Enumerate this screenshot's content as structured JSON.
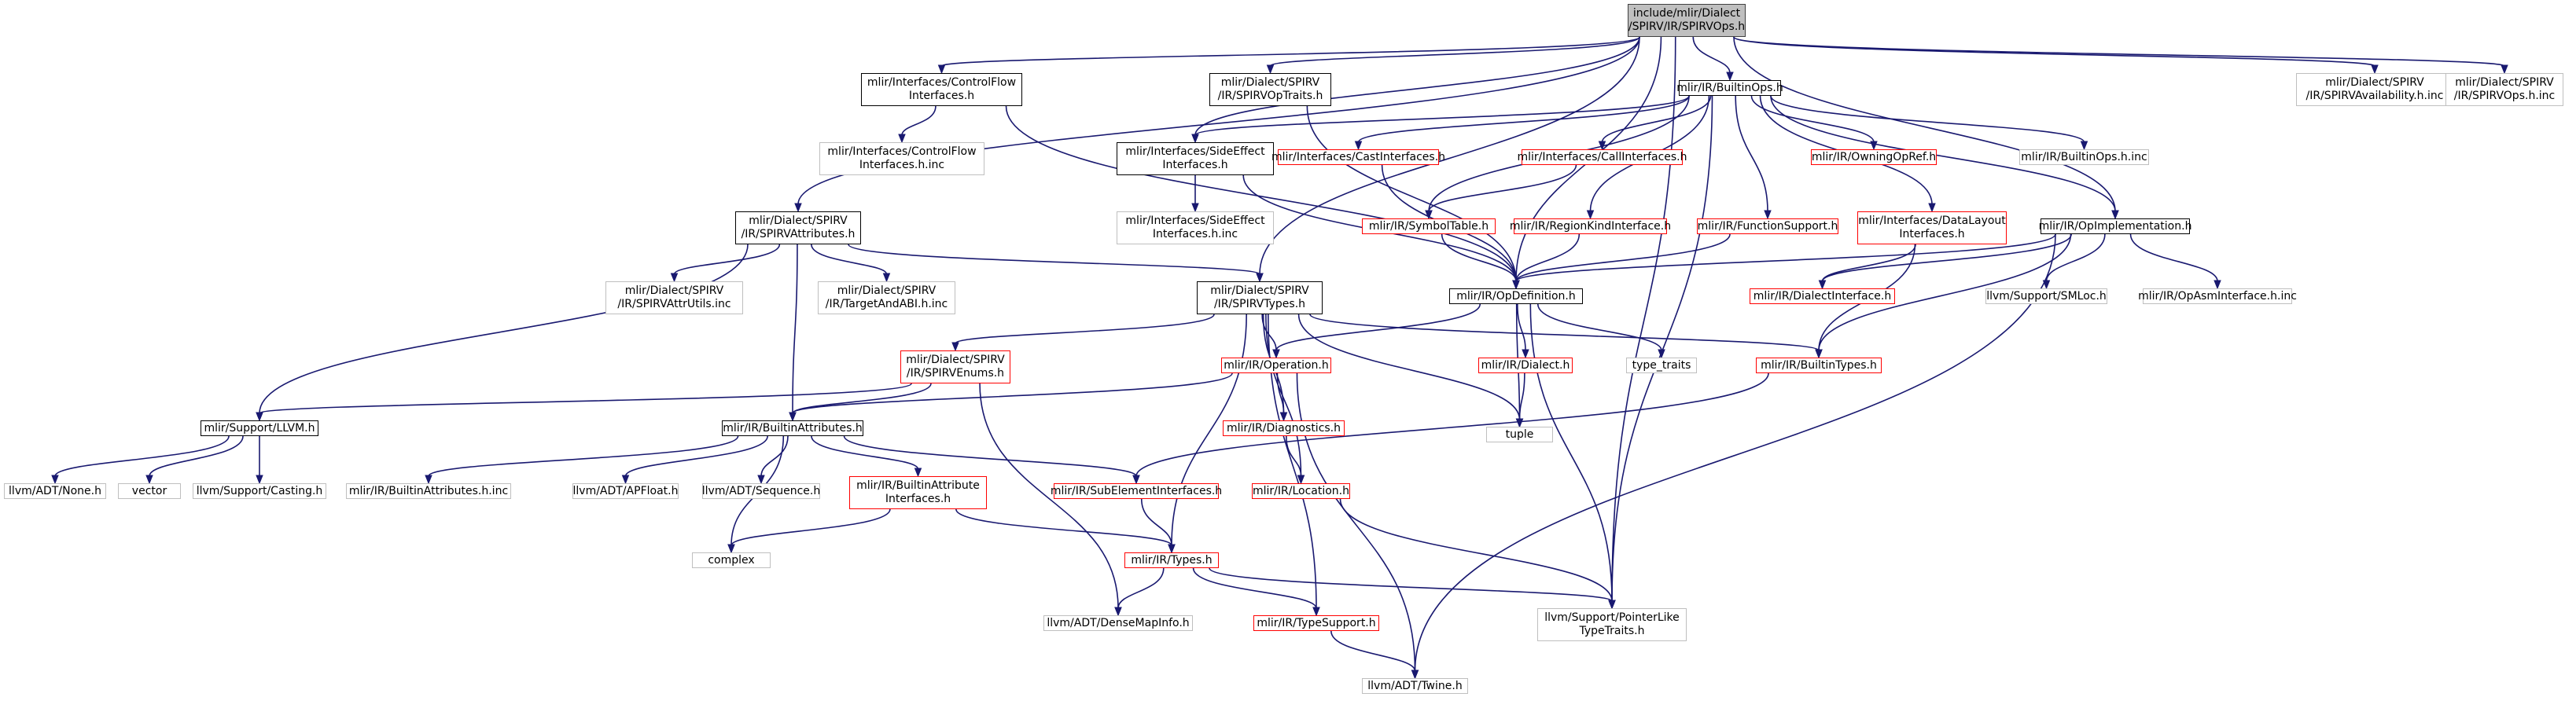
{
  "nodes": [
    {
      "id": "root",
      "lines": [
        "include/mlir/Dialect",
        "/SPIRV/IR/SPIRVOps.h"
      ],
      "style": "root"
    },
    {
      "id": "cf",
      "lines": [
        "mlir/Interfaces/ControlFlow",
        "Interfaces.h"
      ],
      "style": "black"
    },
    {
      "id": "optraits",
      "lines": [
        "mlir/Dialect/SPIRV",
        "/IR/SPIRVOpTraits.h"
      ],
      "style": "black"
    },
    {
      "id": "builtinops",
      "lines": [
        "mlir/IR/BuiltinOps.h"
      ],
      "style": "black"
    },
    {
      "id": "avail",
      "lines": [
        "mlir/Dialect/SPIRV",
        "/IR/SPIRVAvailability.h.inc"
      ],
      "style": "gray"
    },
    {
      "id": "opsinc",
      "lines": [
        "mlir/Dialect/SPIRV",
        "/IR/SPIRVOps.h.inc"
      ],
      "style": "gray"
    },
    {
      "id": "cfinc",
      "lines": [
        "mlir/Interfaces/ControlFlow",
        "Interfaces.h.inc"
      ],
      "style": "gray"
    },
    {
      "id": "sideeffect",
      "lines": [
        "mlir/Interfaces/SideEffect",
        "Interfaces.h"
      ],
      "style": "black"
    },
    {
      "id": "cast",
      "lines": [
        "mlir/Interfaces/CastInterfaces.h"
      ],
      "style": "red"
    },
    {
      "id": "call",
      "lines": [
        "mlir/Interfaces/CallInterfaces.h"
      ],
      "style": "red"
    },
    {
      "id": "owning",
      "lines": [
        "mlir/IR/OwningOpRef.h"
      ],
      "style": "red"
    },
    {
      "id": "builtinopsinc",
      "lines": [
        "mlir/IR/BuiltinOps.h.inc"
      ],
      "style": "gray"
    },
    {
      "id": "seinc",
      "lines": [
        "mlir/Interfaces/SideEffect",
        "Interfaces.h.inc"
      ],
      "style": "gray"
    },
    {
      "id": "symtab",
      "lines": [
        "mlir/IR/SymbolTable.h"
      ],
      "style": "red"
    },
    {
      "id": "regionkind",
      "lines": [
        "mlir/IR/RegionKindInterface.h"
      ],
      "style": "red"
    },
    {
      "id": "funcsupport",
      "lines": [
        "mlir/IR/FunctionSupport.h"
      ],
      "style": "red"
    },
    {
      "id": "datalayout",
      "lines": [
        "mlir/Interfaces/DataLayout",
        "Interfaces.h"
      ],
      "style": "red"
    },
    {
      "id": "opimpl",
      "lines": [
        "mlir/IR/OpImplementation.h"
      ],
      "style": "black"
    },
    {
      "id": "attrs",
      "lines": [
        "mlir/Dialect/SPIRV",
        "/IR/SPIRVAttributes.h"
      ],
      "style": "black"
    },
    {
      "id": "attrutils",
      "lines": [
        "mlir/Dialect/SPIRV",
        "/IR/SPIRVAttrUtils.inc"
      ],
      "style": "gray"
    },
    {
      "id": "target",
      "lines": [
        "mlir/Dialect/SPIRV",
        "/IR/TargetAndABI.h.inc"
      ],
      "style": "gray"
    },
    {
      "id": "types",
      "lines": [
        "mlir/Dialect/SPIRV",
        "/IR/SPIRVTypes.h"
      ],
      "style": "black"
    },
    {
      "id": "opdef",
      "lines": [
        "mlir/IR/OpDefinition.h"
      ],
      "style": "black"
    },
    {
      "id": "dialectiface",
      "lines": [
        "mlir/IR/DialectInterface.h"
      ],
      "style": "red"
    },
    {
      "id": "smloc",
      "lines": [
        "llvm/Support/SMLoc.h"
      ],
      "style": "gray"
    },
    {
      "id": "asminc",
      "lines": [
        "mlir/IR/OpAsmInterface.h.inc"
      ],
      "style": "gray"
    },
    {
      "id": "enums",
      "lines": [
        "mlir/Dialect/SPIRV",
        "/IR/SPIRVEnums.h"
      ],
      "style": "red"
    },
    {
      "id": "operation",
      "lines": [
        "mlir/IR/Operation.h"
      ],
      "style": "red"
    },
    {
      "id": "dialect",
      "lines": [
        "mlir/IR/Dialect.h"
      ],
      "style": "red"
    },
    {
      "id": "typetraits",
      "lines": [
        "type_traits"
      ],
      "style": "gray"
    },
    {
      "id": "builtintypes",
      "lines": [
        "mlir/IR/BuiltinTypes.h"
      ],
      "style": "red"
    },
    {
      "id": "llvmh",
      "lines": [
        "mlir/Support/LLVM.h"
      ],
      "style": "black"
    },
    {
      "id": "builtinattrs",
      "lines": [
        "mlir/IR/BuiltinAttributes.h"
      ],
      "style": "black"
    },
    {
      "id": "diagnostics",
      "lines": [
        "mlir/IR/Diagnostics.h"
      ],
      "style": "red"
    },
    {
      "id": "tuple",
      "lines": [
        "tuple"
      ],
      "style": "gray"
    },
    {
      "id": "none",
      "lines": [
        "llvm/ADT/None.h"
      ],
      "style": "gray"
    },
    {
      "id": "vector",
      "lines": [
        "vector"
      ],
      "style": "gray"
    },
    {
      "id": "casting",
      "lines": [
        "llvm/Support/Casting.h"
      ],
      "style": "gray"
    },
    {
      "id": "attrsinc",
      "lines": [
        "mlir/IR/BuiltinAttributes.h.inc"
      ],
      "style": "gray"
    },
    {
      "id": "apfloat",
      "lines": [
        "llvm/ADT/APFloat.h"
      ],
      "style": "gray"
    },
    {
      "id": "sequence",
      "lines": [
        "llvm/ADT/Sequence.h"
      ],
      "style": "gray"
    },
    {
      "id": "battriface",
      "lines": [
        "mlir/IR/BuiltinAttribute",
        "Interfaces.h"
      ],
      "style": "red"
    },
    {
      "id": "subelem",
      "lines": [
        "mlir/IR/SubElementInterfaces.h"
      ],
      "style": "red"
    },
    {
      "id": "location",
      "lines": [
        "mlir/IR/Location.h"
      ],
      "style": "red"
    },
    {
      "id": "complex",
      "lines": [
        "complex"
      ],
      "style": "gray"
    },
    {
      "id": "typesh",
      "lines": [
        "mlir/IR/Types.h"
      ],
      "style": "red"
    },
    {
      "id": "densemap",
      "lines": [
        "llvm/ADT/DenseMapInfo.h"
      ],
      "style": "gray"
    },
    {
      "id": "typesupport",
      "lines": [
        "mlir/IR/TypeSupport.h"
      ],
      "style": "red"
    },
    {
      "id": "pointerlike",
      "lines": [
        "llvm/Support/PointerLike",
        "TypeTraits.h"
      ],
      "style": "gray"
    },
    {
      "id": "twine",
      "lines": [
        "llvm/ADT/Twine.h"
      ],
      "style": "gray"
    }
  ],
  "edges": [
    [
      "root",
      "cf"
    ],
    [
      "root",
      "optraits"
    ],
    [
      "root",
      "builtinops"
    ],
    [
      "root",
      "avail"
    ],
    [
      "root",
      "opsinc"
    ],
    [
      "root",
      "sideeffect"
    ],
    [
      "root",
      "attrs"
    ],
    [
      "root",
      "types"
    ],
    [
      "root",
      "opdef"
    ],
    [
      "root",
      "opimpl"
    ],
    [
      "root",
      "pointerlike"
    ],
    [
      "cf",
      "cfinc"
    ],
    [
      "cf",
      "opdef"
    ],
    [
      "optraits",
      "opdef"
    ],
    [
      "builtinops",
      "sideeffect"
    ],
    [
      "builtinops",
      "cast"
    ],
    [
      "builtinops",
      "call"
    ],
    [
      "builtinops",
      "owning"
    ],
    [
      "builtinops",
      "builtinopsinc"
    ],
    [
      "builtinops",
      "symtab"
    ],
    [
      "builtinops",
      "regionkind"
    ],
    [
      "builtinops",
      "funcsupport"
    ],
    [
      "builtinops",
      "datalayout"
    ],
    [
      "builtinops",
      "opimpl"
    ],
    [
      "builtinops",
      "pointerlike"
    ],
    [
      "sideeffect",
      "seinc"
    ],
    [
      "sideeffect",
      "opdef"
    ],
    [
      "cast",
      "opdef"
    ],
    [
      "call",
      "symtab"
    ],
    [
      "symtab",
      "opdef"
    ],
    [
      "regionkind",
      "opdef"
    ],
    [
      "funcsupport",
      "opdef"
    ],
    [
      "datalayout",
      "dialectiface"
    ],
    [
      "datalayout",
      "builtintypes"
    ],
    [
      "opimpl",
      "opdef"
    ],
    [
      "opimpl",
      "dialectiface"
    ],
    [
      "opimpl",
      "smloc"
    ],
    [
      "opimpl",
      "asminc"
    ],
    [
      "opimpl",
      "builtintypes"
    ],
    [
      "opimpl",
      "twine"
    ],
    [
      "attrs",
      "attrutils"
    ],
    [
      "attrs",
      "target"
    ],
    [
      "attrs",
      "types"
    ],
    [
      "attrs",
      "llvmh"
    ],
    [
      "attrs",
      "builtinattrs"
    ],
    [
      "types",
      "enums"
    ],
    [
      "types",
      "operation"
    ],
    [
      "types",
      "diagnostics"
    ],
    [
      "types",
      "location"
    ],
    [
      "types",
      "tuple"
    ],
    [
      "types",
      "typesh"
    ],
    [
      "types",
      "typesupport"
    ],
    [
      "types",
      "builtintypes"
    ],
    [
      "opdef",
      "operation"
    ],
    [
      "opdef",
      "dialect"
    ],
    [
      "opdef",
      "typetraits"
    ],
    [
      "opdef",
      "tuple"
    ],
    [
      "opdef",
      "pointerlike"
    ],
    [
      "enums",
      "llvmh"
    ],
    [
      "enums",
      "builtinattrs"
    ],
    [
      "enums",
      "densemap"
    ],
    [
      "operation",
      "builtinattrs"
    ],
    [
      "operation",
      "diagnostics"
    ],
    [
      "operation",
      "twine"
    ],
    [
      "dialect",
      "tuple"
    ],
    [
      "builtintypes",
      "subelem"
    ],
    [
      "llvmh",
      "none"
    ],
    [
      "llvmh",
      "vector"
    ],
    [
      "llvmh",
      "casting"
    ],
    [
      "builtinattrs",
      "attrsinc"
    ],
    [
      "builtinattrs",
      "apfloat"
    ],
    [
      "builtinattrs",
      "sequence"
    ],
    [
      "builtinattrs",
      "battriface"
    ],
    [
      "builtinattrs",
      "subelem"
    ],
    [
      "builtinattrs",
      "complex"
    ],
    [
      "diagnostics",
      "location"
    ],
    [
      "battriface",
      "complex"
    ],
    [
      "battriface",
      "typesh"
    ],
    [
      "subelem",
      "typesh"
    ],
    [
      "location",
      "pointerlike"
    ],
    [
      "typesh",
      "densemap"
    ],
    [
      "typesh",
      "typesupport"
    ],
    [
      "typesh",
      "pointerlike"
    ],
    [
      "typesupport",
      "twine"
    ]
  ]
}
